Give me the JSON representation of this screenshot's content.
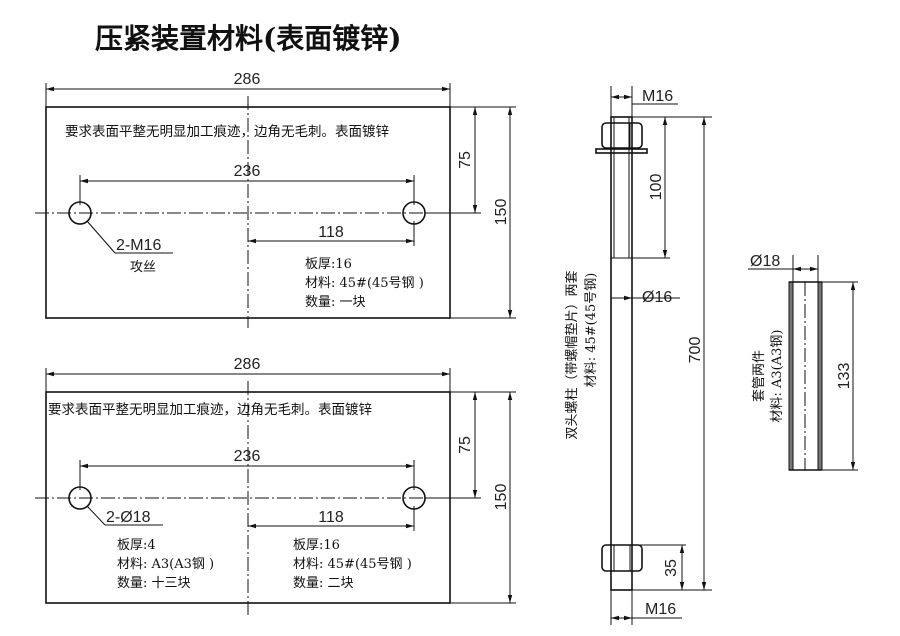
{
  "title": "压紧装置材料(表面镀锌)",
  "plate1": {
    "width_dim": "286",
    "requirement": "要求表面平整无明显加工痕迹，边角无毛刺。表面镀锌",
    "hole_spacing_dim": "236",
    "half_spacing_dim": "118",
    "half_height_dim": "75",
    "height_dim": "150",
    "hole_label": "2-M16",
    "hole_note": "攻丝",
    "notes": [
      "板厚:16",
      "材料: 45#(45号钢 )",
      "数量: 一块"
    ]
  },
  "plate2": {
    "width_dim": "286",
    "requirement": "要求表面平整无明显加工痕迹，边角无毛刺。表面镀锌",
    "hole_spacing_dim": "236",
    "half_spacing_dim": "118",
    "half_height_dim": "75",
    "height_dim": "150",
    "hole_label": "2-Ø18",
    "notes_left": [
      "板厚:4",
      "材料: A3(A3钢 )",
      "数量: 十三块"
    ],
    "notes_right": [
      "板厚:16",
      "材料: 45#(45号钢 )",
      "数量: 二块"
    ]
  },
  "stud": {
    "top_thread_dim": "M16",
    "bottom_thread_dim": "M16",
    "thread_length_dim": "100",
    "diameter_dim": "Ø16",
    "length_dim": "700",
    "bottom_length_dim": "35",
    "label": "双头螺柱（带螺帽垫片）两套",
    "material": "材料: 45#(45号钢)"
  },
  "sleeve": {
    "diameter_dim": "Ø18",
    "length_dim": "133",
    "label": "套管两件",
    "material": "材料: A3(A3钢)"
  }
}
